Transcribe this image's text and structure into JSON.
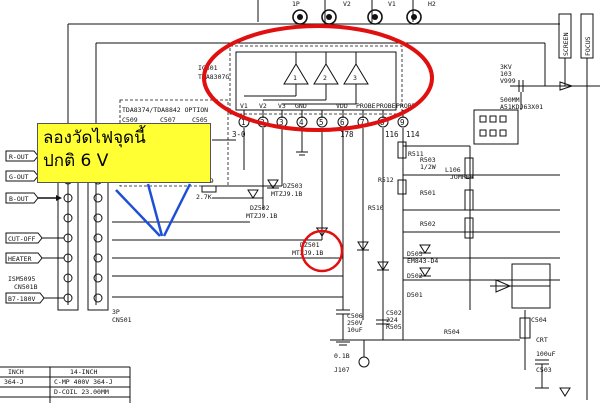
{
  "diagram": {
    "top_jacks": [
      "1P",
      "V2",
      "V1",
      "H2"
    ],
    "vertical_tags": [
      "SCREEN",
      "FOCUS"
    ],
    "ic": {
      "name": "IC501",
      "part": "TDA8307G",
      "pins": [
        "1",
        "2",
        "3",
        "4",
        "5",
        "6",
        "7",
        "8",
        "9"
      ],
      "pin_labels": [
        "V1",
        "V2",
        "V3",
        "GND",
        "VDD",
        "PROBE",
        "PROBE",
        "PROBE"
      ],
      "pin_values": [
        "3-0",
        "178",
        "116",
        "114"
      ],
      "amp_numbers": [
        "1",
        "2",
        "3"
      ]
    },
    "option_box": {
      "title": "TDA8374/TDA8842 OPTION",
      "caps": [
        "C509",
        "C507",
        "C505"
      ]
    },
    "left_tags": [
      "R-OUT",
      "G-OUT",
      "B-OUT",
      "CUT-OFF",
      "HEATER",
      "B7-180V"
    ],
    "components": [
      "R509",
      "2.7K",
      "DZ503",
      "MTZJ9.1B",
      "DZ502",
      "MTZJ9.1B",
      "DZ501",
      "MTZJ9.1B",
      "R511",
      "R512",
      "R510",
      "R503",
      "1/2W",
      "L106",
      "JUMPER",
      "R501",
      "R502",
      "D503",
      "EM843-D4",
      "D502",
      "D501",
      "C506",
      "250V",
      "10uF",
      "C502",
      "224",
      "R505",
      "0.1B",
      "J107",
      "R504",
      "C504",
      "100uF",
      "C503",
      "3KV",
      "103",
      "V999",
      "ISM5095",
      "CN501B",
      "3P",
      "CN501",
      "500MM",
      "A51KDJ63X01",
      "CRT"
    ],
    "footer": {
      "left": "INCH",
      "right_title": "14-INCH",
      "rows": [
        "364-J",
        "C-MP 400V 364-J",
        "D-COIL 23.00MM"
      ]
    }
  },
  "callout": {
    "line1": "ลองวัดไฟจุดนี้",
    "line2": "ปกติ 6 V"
  },
  "annotation_colors": {
    "ellipse": "#e01010",
    "arrow": "#1f4fd6",
    "callout_bg": "#ffff33"
  }
}
